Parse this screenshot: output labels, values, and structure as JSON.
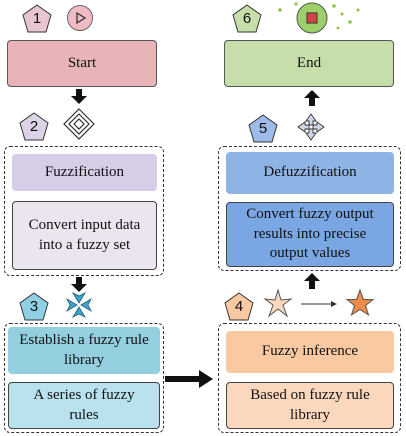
{
  "steps": [
    {
      "number": "1",
      "label": "Start"
    },
    {
      "number": "2",
      "title": "Fuzzification",
      "description": "Convert input data into a fuzzy set"
    },
    {
      "number": "3",
      "title": "Establish a fuzzy rule library",
      "description": "A series of fuzzy rules"
    },
    {
      "number": "4",
      "title": "Fuzzy inference",
      "description": "Based on fuzzy rule library"
    },
    {
      "number": "5",
      "title": "Defuzzification",
      "description": "Convert fuzzy output results into precise output values"
    },
    {
      "number": "6",
      "label": "End"
    }
  ],
  "colors": {
    "start": "#e8b4b8",
    "end": "#c6dfaa",
    "fuzzification_title": "#d6cde6",
    "fuzzification_desc": "#ebe5f0",
    "rule_title": "#93cfdf",
    "rule_desc": "#b9e2ee",
    "inference_title": "#f9c9a2",
    "inference_desc": "#fbd8bd",
    "defuzz_title": "#8eb4e6",
    "defuzz_desc": "#7aa7e3",
    "badge": "#e8c6cf"
  }
}
